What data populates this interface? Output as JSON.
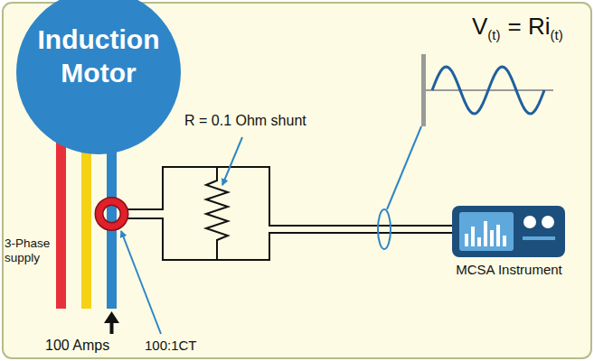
{
  "diagram": {
    "nodes": [
      {
        "text": [
          "Induction Motor"
        ]
      },
      {
        "text": [
          "MCSA Instrument"
        ]
      }
    ],
    "labels": [
      "V",
      "(t)",
      "= Ri",
      "(t)",
      "R = 0.1 Ohm shunt",
      "3-Phase supply",
      "100 Amps",
      "100:1CT"
    ]
  }
}
